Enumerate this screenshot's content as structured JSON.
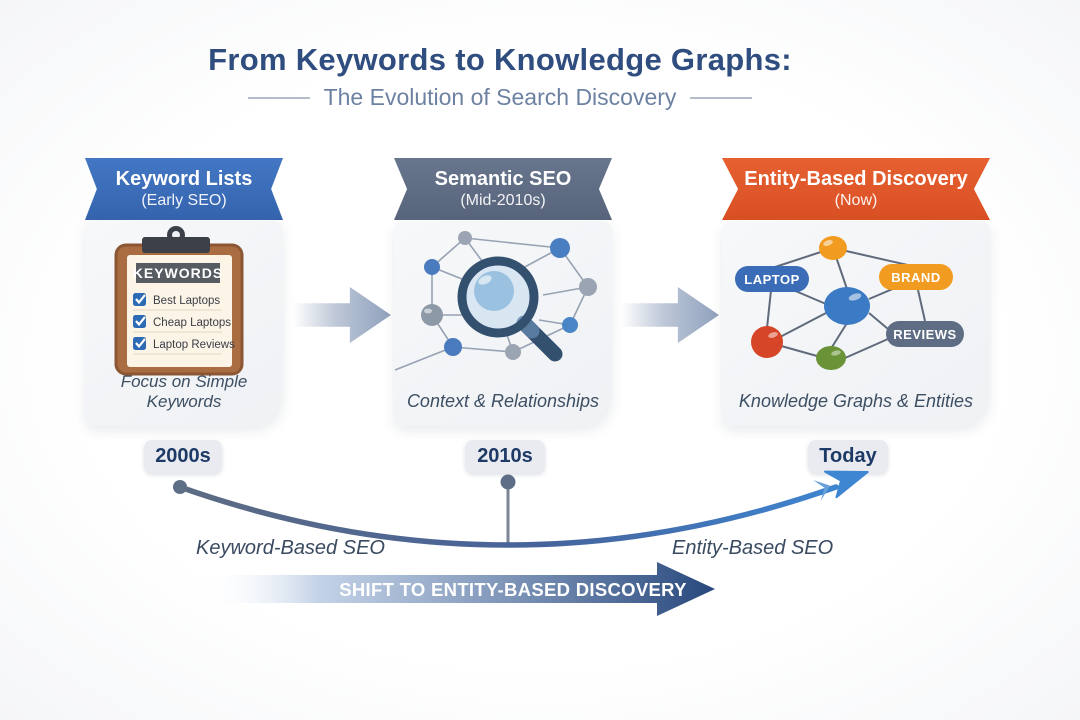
{
  "title": "From Keywords to Knowledge Graphs:",
  "subtitle": "The Evolution of Search Discovery",
  "panels": [
    {
      "title": "Keyword Lists",
      "period": "(Early SEO)",
      "caption": "Focus on Simple Keywords",
      "clipboard": {
        "header": "KEYWORDS",
        "items": [
          "Best Laptops",
          "Cheap Laptops",
          "Laptop Reviews"
        ]
      }
    },
    {
      "title": "Semantic SEO",
      "period": "(Mid-2010s)",
      "caption": "Context & Relationships"
    },
    {
      "title": "Entity-Based Discovery",
      "period": "(Now)",
      "caption": "Knowledge Graphs & Entities",
      "nodes": [
        "LAPTOP",
        "BRAND",
        "REVIEWS"
      ]
    }
  ],
  "timeline": {
    "markers": [
      "2000s",
      "2010s",
      "Today"
    ],
    "left_label": "Keyword-Based SEO",
    "right_label": "Entity-Based SEO",
    "arrow_label": "SHIFT TO ENTITY-BASED DISCOVERY"
  },
  "colors": {
    "banner_blue": "#3a6cb8",
    "banner_slate": "#5e6c84",
    "banner_orange": "#da5226",
    "curve_start": "#5d6b83",
    "curve_end": "#3e85d1",
    "shift_navy": "#27477c"
  }
}
